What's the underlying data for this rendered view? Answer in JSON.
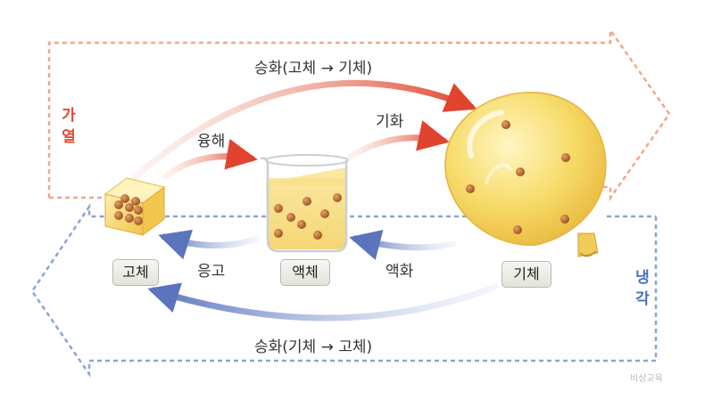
{
  "side_labels": {
    "heating": "가열",
    "cooling": "냉각"
  },
  "process_labels": {
    "sublimation_solid_to_gas": "승화(고체 → 기체)",
    "melting": "융해",
    "vaporization": "기화",
    "solidification": "응고",
    "liquefaction": "액화",
    "sublimation_gas_to_solid": "승화(기체 → 고체)"
  },
  "states": {
    "solid": "고체",
    "liquid": "액체",
    "gas": "기체"
  },
  "watermark": "비상교육",
  "colors": {
    "heating": "#e44b36",
    "heating_border": "#f0a78a",
    "cooling": "#5d78c0",
    "cooling_border": "#8aa4d8",
    "balloon": "#f6d960",
    "particle": "#b5652a"
  }
}
